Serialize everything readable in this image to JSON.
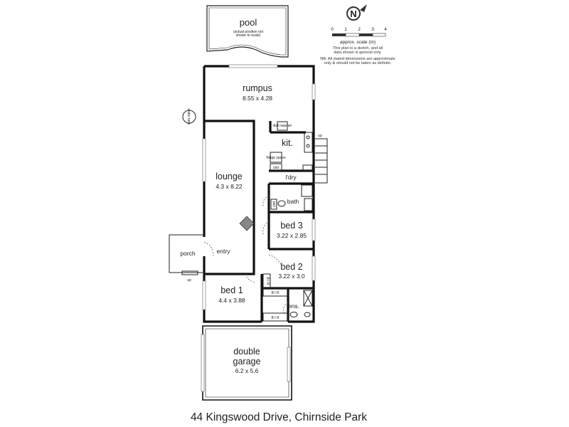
{
  "address": "44 Kingswood Drive, Chirnside Park",
  "pool": {
    "label": "pool",
    "note_line1": "(actual position not",
    "note_line2": "shown to scale)"
  },
  "compass": {
    "letter": "N"
  },
  "scale": {
    "ticks": [
      "0",
      "1",
      "2",
      "3",
      "4"
    ],
    "caption": "approx. scale (m)",
    "note_lines": [
      "This plan is a sketch, and all",
      "data shown is general only.",
      "NB: All stated dimensions are approximate",
      "only & should not be taken as definite."
    ]
  },
  "rooms": {
    "rumpus": {
      "name": "rumpus",
      "dims": "8.55 x 4.28"
    },
    "kitchen": {
      "name": "kit."
    },
    "lounge": {
      "name": "lounge",
      "dims": "4.3 x 8.22"
    },
    "laundry": {
      "name": "l'dry"
    },
    "bath": {
      "name": "bath"
    },
    "bed3": {
      "name": "bed 3",
      "dims": "3.22 x 2.85"
    },
    "bed2": {
      "name": "bed 2",
      "dims": "3.22 x 3.0"
    },
    "bed1": {
      "name": "bed 1",
      "dims": "4.4 x 3.88"
    },
    "ensuite": {
      "name": "ens."
    },
    "entry": {
      "name": "entry"
    },
    "porch": {
      "name": "porch"
    },
    "garage": {
      "name_line1": "double",
      "name_line2": "garage",
      "dims": "6.2 x 5.6"
    }
  },
  "fixtures": {
    "water_tank": "water tank",
    "cupboard": "cbd",
    "fridge": "fridge space",
    "dish": "dish washer",
    "bir": "B I R",
    "up": "up"
  }
}
